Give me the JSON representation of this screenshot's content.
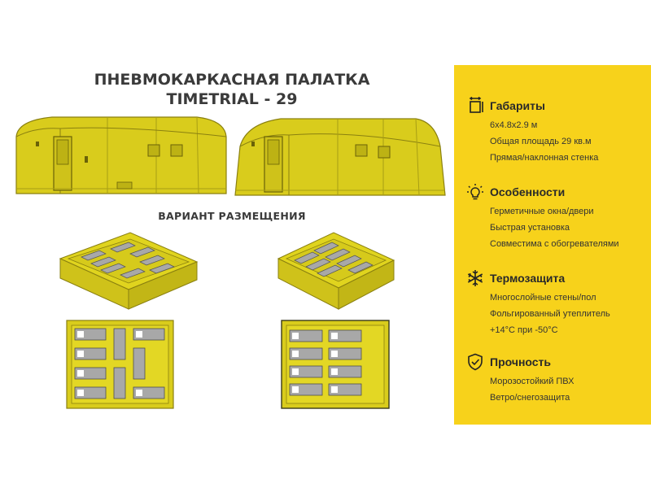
{
  "title": {
    "line1": "ПНЕВМОКАРКАСНАЯ ПАЛАТКА",
    "line2": "TIMETRIAL - 29"
  },
  "subtitle": "ВАРИАНТ РАЗМЕЩЕНИЯ",
  "colors": {
    "tent_yellow": "#d9c91a",
    "panel_yellow": "#f7d21b",
    "bed_gray": "#9a9a9a"
  },
  "features": [
    {
      "icon": "dimensions-icon",
      "title": "Габариты",
      "lines": [
        "6x4.8x2.9 м",
        "Общая площадь 29 кв.м",
        "Прямая/наклонная стенка"
      ]
    },
    {
      "icon": "lightbulb-icon",
      "title": "Особенности",
      "lines": [
        "Герметичные окна/двери",
        "Быстрая установка",
        "Совместима с обогревателями"
      ]
    },
    {
      "icon": "snowflake-icon",
      "title": "Термозащита",
      "lines": [
        "Многослойные стены/пол",
        "Фольгированный утеплитель",
        "+14°С при -50°С"
      ]
    },
    {
      "icon": "shield-check-icon",
      "title": "Прочность",
      "lines": [
        "Морозостойкий ПВХ",
        "Ветро/снегозащита"
      ]
    }
  ]
}
